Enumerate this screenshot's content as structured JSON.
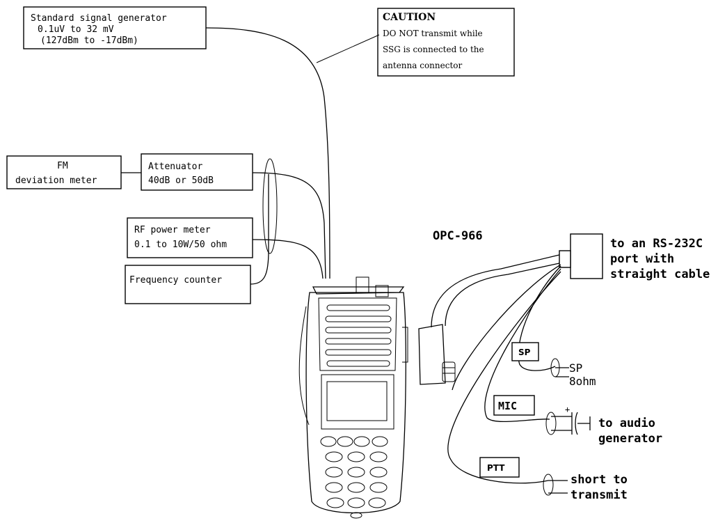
{
  "signal_generator": {
    "line1": "Standard signal generator",
    "line2": "0.1uV to 32 mV",
    "line3": "(127dBm to -17dBm)"
  },
  "caution": {
    "title": "CAUTION",
    "line1": "DO NOT transmit while",
    "line2": "SSG is connected to the",
    "line3": "antenna connector"
  },
  "fm_meter": {
    "line1": "FM",
    "line2": "deviation meter"
  },
  "attenuator": {
    "line1": "Attenuator",
    "line2": "40dB or 50dB"
  },
  "rf_meter": {
    "line1": "RF power meter",
    "line2": "0.1 to 10W/50 ohm"
  },
  "freq_counter": {
    "label": "Frequency counter"
  },
  "cable": {
    "label": "OPC-966"
  },
  "rs232": {
    "line1": "to an RS-232C",
    "line2": "port with",
    "line3": "straight cable"
  },
  "sp": {
    "box": "SP",
    "line1": "SP",
    "line2": "8ohm"
  },
  "mic": {
    "box": "MIC",
    "plus": "+",
    "line1": "to audio",
    "line2": "generator"
  },
  "ptt": {
    "box": "PTT",
    "line1": "short to",
    "line2": "transmit"
  }
}
